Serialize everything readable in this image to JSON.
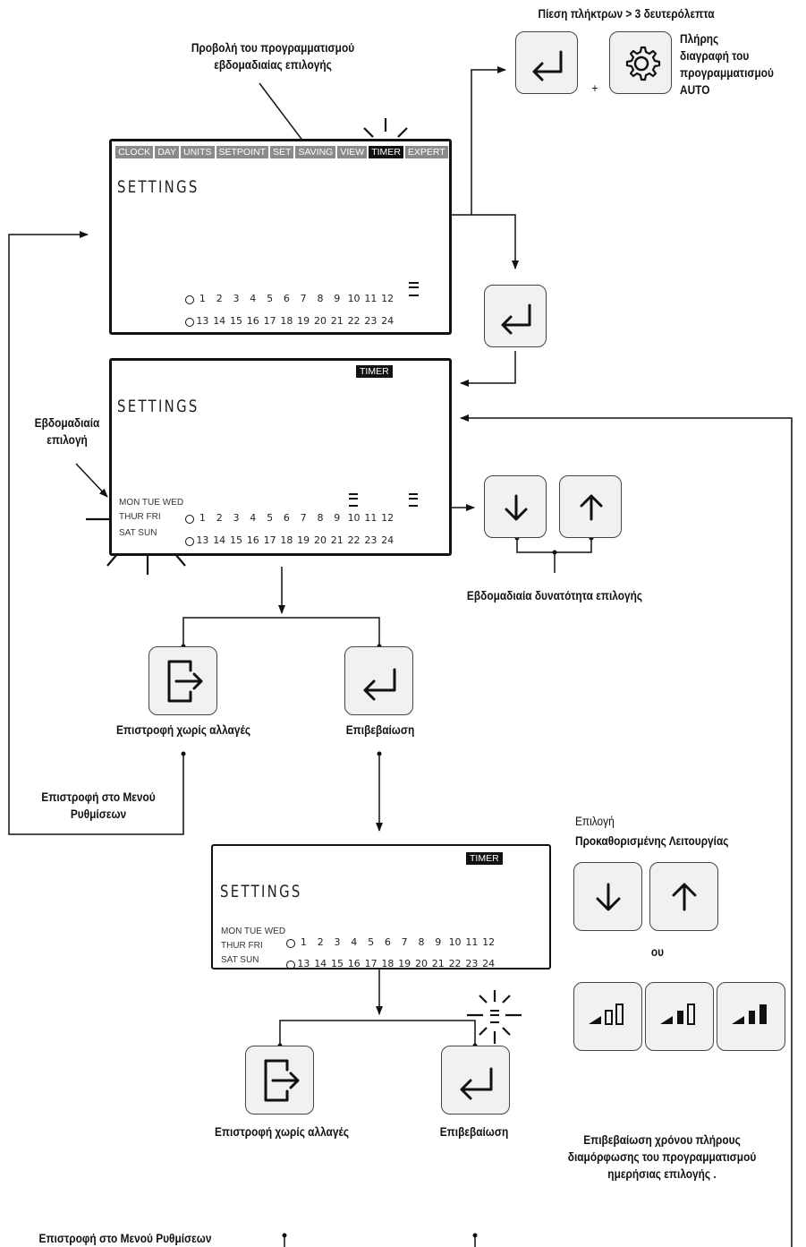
{
  "labels": {
    "press_keys": "Πίεση πλήκτρων  > 3 δευτερόλεπτα",
    "full_delete": "Πλήρης\nδιαγραφή του\nπρογραμματισμού\nAUTO",
    "plus": "+",
    "view_weekly": "Προβολή του προγραμματισμού\nεβδομαδιαίας επιλογής",
    "weekly_selection": "Εβδομαδιαία\nεπιλογή",
    "weekly_option": "Εβδομαδιαία δυνατότητα επιλογής",
    "return_no_changes": "Επιστροφή χωρίς αλλαγές",
    "confirm": "Επιβεβαίωση",
    "return_settings_menu": "Επιστροφή στο Μενού\nΡυθμίσεων",
    "selection": "Επιλογή",
    "preset_function": "Προκαθορισμένης Λειτουργίας",
    "or": "ου",
    "return_no_changes_2": "Επιστροφή χωρίς αλλαγές",
    "confirm_2": "Επιβεβαίωση",
    "confirm_full_time": "Επιβεβαίωση χρόνου πλήρους\nδιαμόρφωσης του προγραμματισμού\nημερήσιας επιλογής .",
    "return_settings_menu_2": "Επιστροφή στο Μενού Ρυθμίσεων"
  },
  "screen1": {
    "menu": [
      "CLOCK",
      "DAY",
      "UNITS",
      "SETPOINT",
      "SET",
      "SAVING",
      "VIEW",
      "TIMER",
      "EXPERT"
    ],
    "active_menu": "TIMER",
    "title": "SETTINGS",
    "hours_row1": [
      "1",
      "2",
      "3",
      "4",
      "5",
      "6",
      "7",
      "8",
      "9",
      "10",
      "11",
      "12"
    ],
    "hours_row2": [
      "13",
      "14",
      "15",
      "16",
      "17",
      "18",
      "19",
      "20",
      "21",
      "22",
      "23",
      "24"
    ]
  },
  "screen2": {
    "badge": "TIMER",
    "title": "SETTINGS",
    "days": [
      "MON TUE WED",
      "THUR FRI",
      "SAT SUN"
    ],
    "hours_row1": [
      "1",
      "2",
      "3",
      "4",
      "5",
      "6",
      "7",
      "8",
      "9",
      "10",
      "11",
      "12"
    ],
    "hours_row2": [
      "13",
      "14",
      "15",
      "16",
      "17",
      "18",
      "19",
      "20",
      "21",
      "22",
      "23",
      "24"
    ]
  },
  "screen3": {
    "badge": "TIMER",
    "title": "SETTINGS",
    "days": [
      "MON TUE WED",
      "THUR FRI",
      "SAT SUN"
    ],
    "hours_row1": [
      "1",
      "2",
      "3",
      "4",
      "5",
      "6",
      "7",
      "8",
      "9",
      "10",
      "11",
      "12"
    ],
    "hours_row2": [
      "13",
      "14",
      "15",
      "16",
      "17",
      "18",
      "19",
      "20",
      "21",
      "22",
      "23",
      "24"
    ]
  },
  "icons": {
    "enter": "enter-icon",
    "gear": "gear-icon",
    "down": "arrow-down-icon",
    "up": "arrow-up-icon",
    "exit": "exit-icon",
    "level1": "level-1-icon",
    "level2": "level-2-icon",
    "level3": "level-3-icon",
    "clock": "clock-icon"
  }
}
